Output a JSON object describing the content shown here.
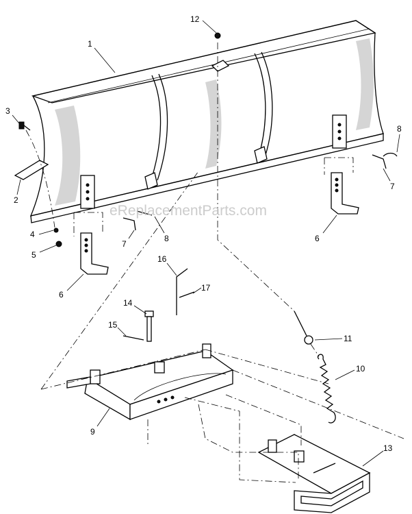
{
  "watermark": "eReplacementParts.com",
  "callouts": [
    {
      "id": "1",
      "label": "1"
    },
    {
      "id": "2",
      "label": "2"
    },
    {
      "id": "3",
      "label": "3"
    },
    {
      "id": "4",
      "label": "4"
    },
    {
      "id": "5",
      "label": "5"
    },
    {
      "id": "6a",
      "label": "6"
    },
    {
      "id": "6b",
      "label": "6"
    },
    {
      "id": "7a",
      "label": "7"
    },
    {
      "id": "7b",
      "label": "7"
    },
    {
      "id": "8a",
      "label": "8"
    },
    {
      "id": "8b",
      "label": "8"
    },
    {
      "id": "9",
      "label": "9"
    },
    {
      "id": "10",
      "label": "10"
    },
    {
      "id": "11",
      "label": "11"
    },
    {
      "id": "12",
      "label": "12"
    },
    {
      "id": "13",
      "label": "13"
    },
    {
      "id": "14",
      "label": "14"
    },
    {
      "id": "15",
      "label": "15"
    },
    {
      "id": "16",
      "label": "16"
    },
    {
      "id": "17",
      "label": "17"
    }
  ]
}
